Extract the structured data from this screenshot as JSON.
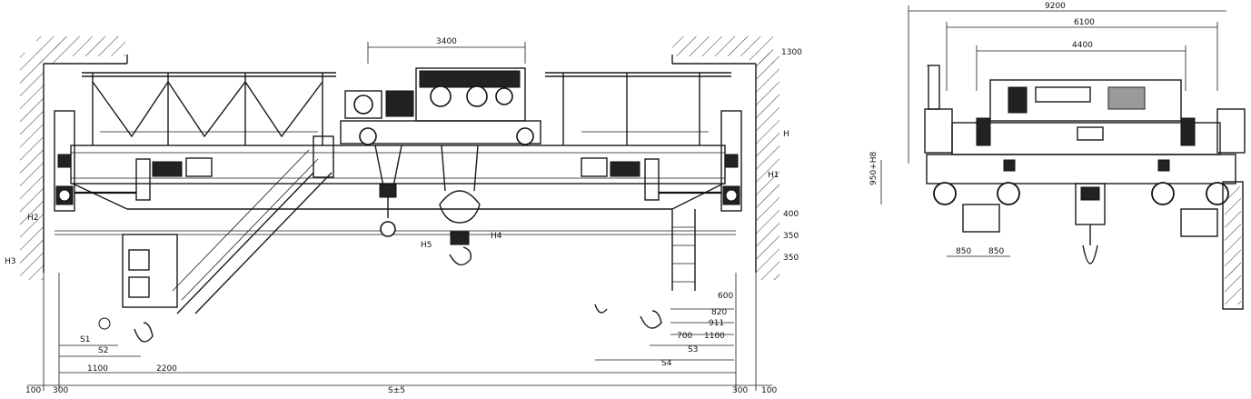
{
  "front_view": {
    "top_labels": {
      "trolley_gauge": "3400",
      "clearance": "1300",
      "height_h": "H"
    },
    "side_labels": {
      "h1": "H1",
      "h2": "H2",
      "h3": "H3",
      "h4": "H4",
      "h5": "H5"
    },
    "right_dims": [
      "400",
      "350",
      "350",
      "600",
      "820",
      "911",
      "1100",
      "700"
    ],
    "bottom_labels": {
      "s1_left": "S1",
      "s2_left": "S2",
      "d1100": "1100",
      "d2200": "2200",
      "s3_right": "S3",
      "s4_right": "S4",
      "left_100": "100",
      "left_300": "300",
      "span": "S±5",
      "right_300": "300",
      "right_100": "100"
    }
  },
  "side_view": {
    "top_dims": [
      "9200",
      "6100",
      "4400"
    ],
    "left_dim": "950+H8",
    "bottom_dims": [
      "850",
      "850"
    ]
  }
}
